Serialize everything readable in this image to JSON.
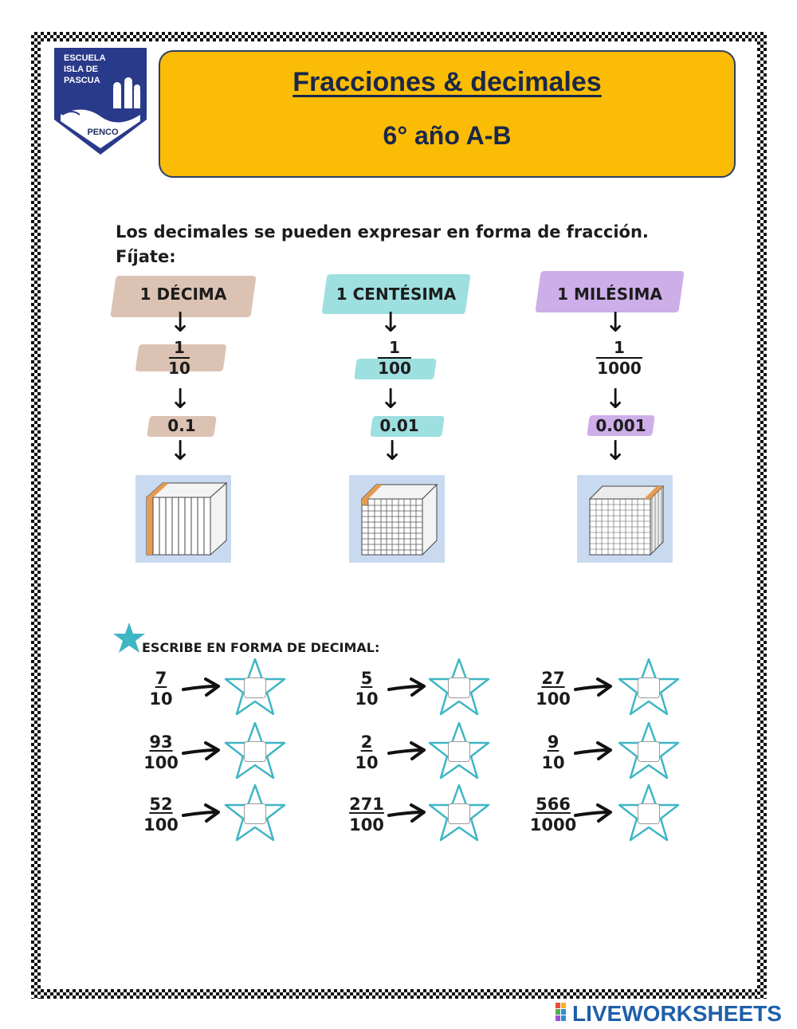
{
  "logo": {
    "lines": [
      "ESCUELA",
      "ISLA DE",
      "PASCUA"
    ],
    "town": "PENCO"
  },
  "header": {
    "title": "Fracciones & decimales",
    "subtitle": "6° año A-B"
  },
  "intro": {
    "line1": "Los decimales se pueden expresar en forma de fracción.",
    "line2": "Fíjate:"
  },
  "columns": [
    {
      "label": "1 DÉCIMA",
      "numerator": "1",
      "denominator": "10",
      "decimal": "0.1",
      "color": "#dcc2b3"
    },
    {
      "label": "1 CENTÉSIMA",
      "numerator": "1",
      "denominator": "100",
      "decimal": "0.01",
      "color": "#9edfe0"
    },
    {
      "label": "1 MILÉSIMA",
      "numerator": "1",
      "denominator": "1000",
      "decimal": "0.001",
      "color": "#cdaee9"
    }
  ],
  "exercise": {
    "title": "ESCRIBE EN FORMA DE DECIMAL:",
    "items": [
      {
        "numerator": "7",
        "denominator": "10",
        "answer": ""
      },
      {
        "numerator": "5",
        "denominator": "10",
        "answer": ""
      },
      {
        "numerator": "27",
        "denominator": "100",
        "answer": ""
      },
      {
        "numerator": "93",
        "denominator": "100",
        "answer": ""
      },
      {
        "numerator": "2",
        "denominator": "10",
        "answer": ""
      },
      {
        "numerator": "9",
        "denominator": "10",
        "answer": ""
      },
      {
        "numerator": "52",
        "denominator": "100",
        "answer": ""
      },
      {
        "numerator": "271",
        "denominator": "100",
        "answer": ""
      },
      {
        "numerator": "566",
        "denominator": "1000",
        "answer": ""
      }
    ]
  },
  "colors": {
    "banner": "#fbbc05",
    "title": "#1a2848",
    "star": "#3fb6c4",
    "logo": "#2a3a8a"
  },
  "footer": {
    "brand": "LIVEWORKSHEETS"
  }
}
